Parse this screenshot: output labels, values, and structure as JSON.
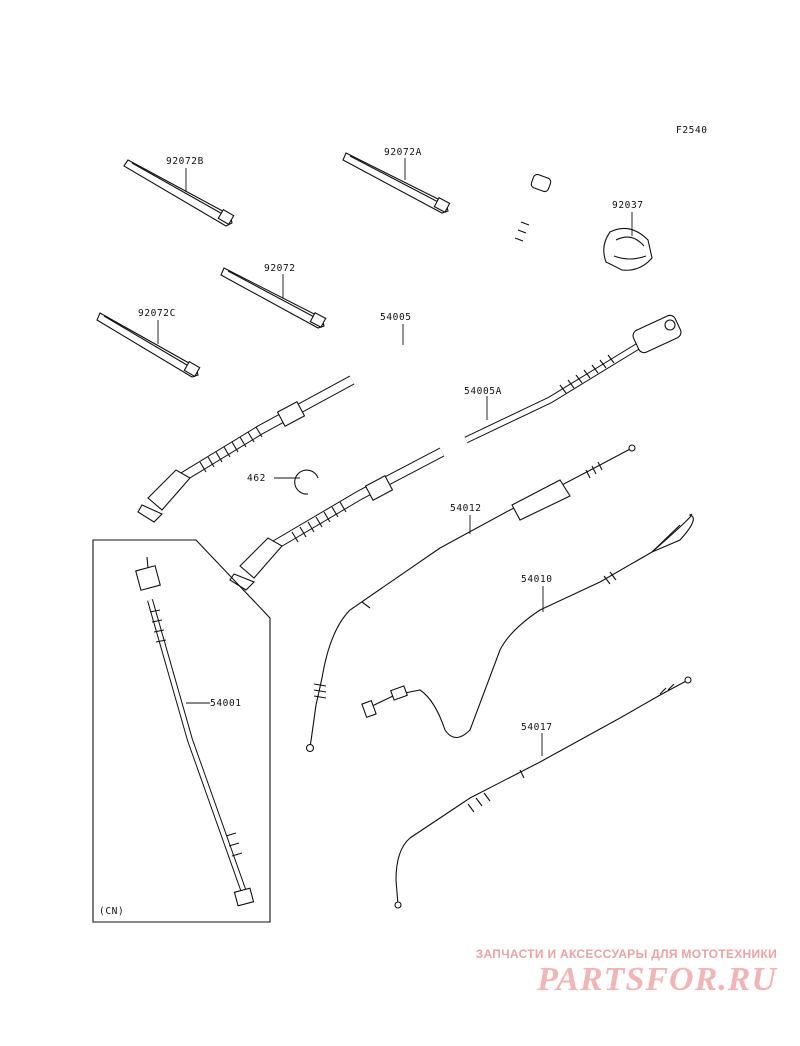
{
  "figure_code": "F2540",
  "parts": [
    {
      "id": "92072B"
    },
    {
      "id": "92072A"
    },
    {
      "id": "92037"
    },
    {
      "id": "92072"
    },
    {
      "id": "92072C"
    },
    {
      "id": "54005"
    },
    {
      "id": "54005A"
    },
    {
      "id": "462"
    },
    {
      "id": "54012"
    },
    {
      "id": "54010"
    },
    {
      "id": "54001"
    },
    {
      "id": "54017"
    }
  ],
  "inset_note": "(CN)",
  "watermark": {
    "tagline": "ЗАПЧАСТИ И АКСЕССУАРЫ ДЛЯ МОТОТЕХНИКИ",
    "logo": "PARTSFOR.RU"
  }
}
